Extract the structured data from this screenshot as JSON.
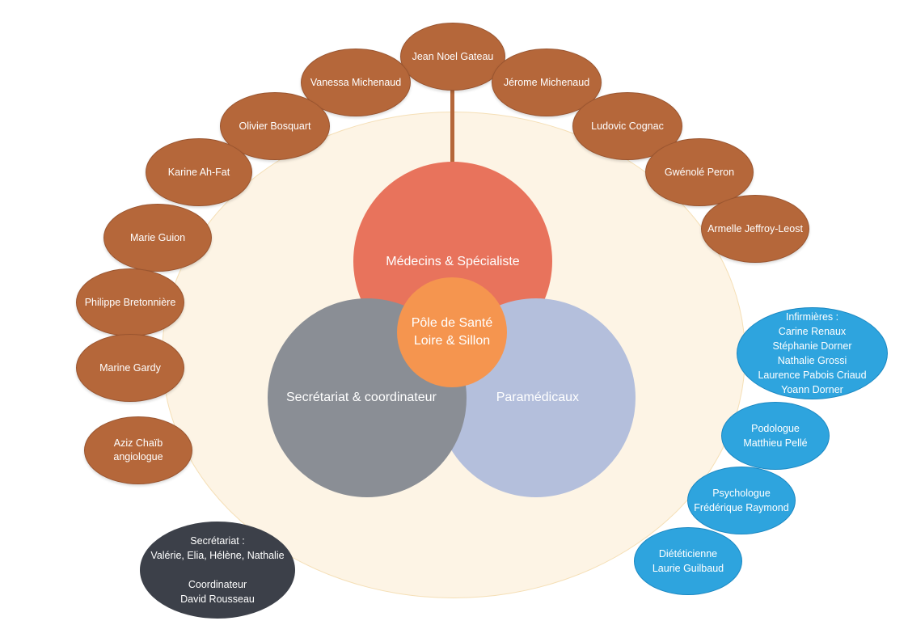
{
  "diagram": {
    "center": {
      "line1": "Pôle de Santé",
      "line2": "Loire & Sillon"
    },
    "circles": {
      "medecins": "Médecins & Spécialiste",
      "secretariat": "Secrétariat & coordinateur",
      "paramedicaux": "Paramédicaux"
    },
    "doctors": [
      "Jean Noel Gateau",
      "Vanessa Michenaud",
      "Jérome Michenaud",
      "Olivier Bosquart",
      "Ludovic Cognac",
      "Karine Ah-Fat",
      "Gwénolé Peron",
      "Armelle Jeffroy-Leost",
      "Marie Guion",
      "Philippe Bretonnière",
      "Marine Gardy"
    ],
    "angiologue": {
      "name": "Aziz Chaïb",
      "role": "angiologue"
    },
    "paramedical_staff": {
      "infirmieres": "Infirmières :\nCarine Renaux\nStéphanie Dorner\nNathalie Grossi\nLaurence Pabois Criaud\nYoann Dorner",
      "podologue": "Podologue\nMatthieu Pellé",
      "psychologue": "Psychologue\nFrédérique Raymond",
      "dieteticienne": "Diététicienne\nLaurie Guilbaud"
    },
    "secretariat_staff": "Secrétariat :\nValérie, Elia, Hélène, Nathalie\n\nCoordinateur\nDavid Rousseau",
    "colors": {
      "doctor_bubble": "#b5673a",
      "medecins_circle": "#e8735c",
      "secretariat_circle": "#8a8e95",
      "paramedicaux_circle": "#b4bfdc",
      "center_circle": "#f5954f",
      "paramedical_bubble": "#2ea4de",
      "secretariat_bubble": "#3c4049",
      "background_ellipse": "#fdf4e5"
    }
  }
}
